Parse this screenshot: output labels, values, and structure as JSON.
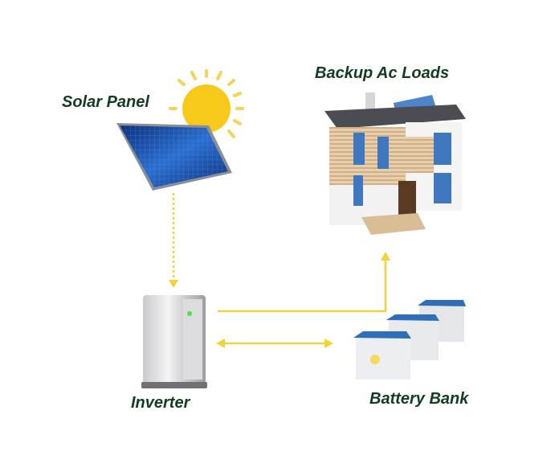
{
  "labels": {
    "solar_panel": "Solar Panel",
    "backup_loads": "Backup Ac Loads",
    "inverter": "Inverter",
    "battery_bank": "Battery Bank"
  },
  "colors": {
    "label": "#123d1f",
    "flow": "#f2d43a",
    "sun": "#f7c91a",
    "panel": "#1c4fa8"
  }
}
